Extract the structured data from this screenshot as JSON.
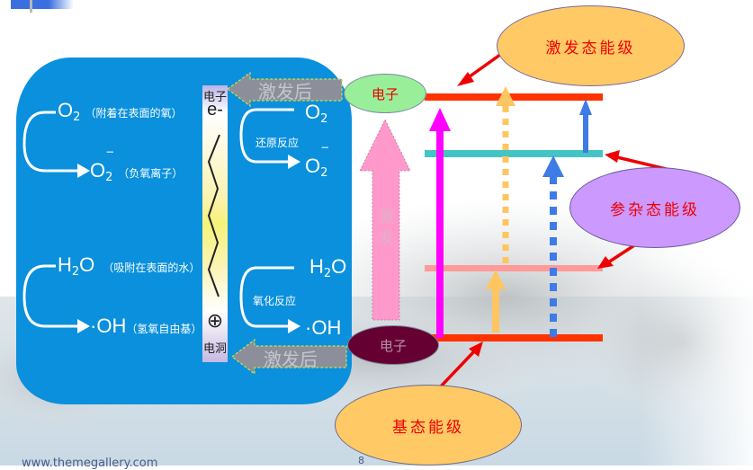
{
  "slide": {
    "footer_url": "www.themegallery.com",
    "page_number": "8"
  },
  "left_panel": {
    "top_reaction": {
      "reactant": "O",
      "reactant_sub": "2",
      "reactant_note": "（附着在表面的氧）",
      "product": "O",
      "product_sub": "2",
      "product_sup": "−",
      "product_note": "（负氧离子）"
    },
    "bottom_reaction": {
      "reactant": "H",
      "reactant_sub": "2",
      "reactant_tail": "O",
      "reactant_note": "（吸附在表面的水）",
      "product": "·OH",
      "product_note": "（氢氧自由基）"
    },
    "band": {
      "top_label": "电子",
      "top_symbol": "e-",
      "bottom_symbol": "⊕",
      "bottom_label": "电洞"
    },
    "right_top": {
      "reactant": "O",
      "reactant_sub": "2",
      "label": "还原反应",
      "product": "O",
      "product_sub": "2",
      "product_sup": "−"
    },
    "right_bottom": {
      "reactant": "H",
      "reactant_sub": "2",
      "reactant_tail": "O",
      "label": "氧化反应",
      "product": "·OH"
    },
    "excited_arrow_top": "激发后",
    "excited_arrow_bottom": "激发后"
  },
  "energy_diagram": {
    "electron_top_label": "电子",
    "electron_bottom_label": "电子",
    "excitation_label": "激发",
    "excited_level_label": "激发态能级",
    "doped_level_label": "参杂态能级",
    "ground_level_label": "基态能级",
    "colors": {
      "excited_level": "#ff3300",
      "doped_upper": "#44c4c4",
      "doped_lower": "#ff9a9a",
      "ground_level": "#ff3300",
      "magenta_arrow": "#ff00ff",
      "orange_arrow": "#ffc560",
      "blue_arrow": "#3f7be6",
      "pink_arrow": "#ff99cc",
      "excited_ellipse": "#ffc966",
      "doped_ellipse": "#cc99ff",
      "ground_ellipse": "#ffc966",
      "electron_top": "#99ee99",
      "electron_bottom": "#660033",
      "label_red": "#ee0000"
    }
  }
}
